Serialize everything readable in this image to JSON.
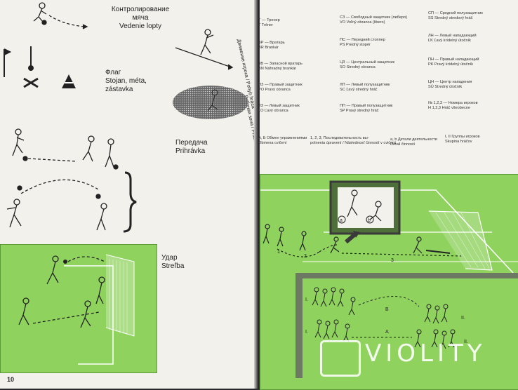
{
  "left_page": {
    "page_number": "10",
    "dribble": {
      "ru": "Контролирование мяча",
      "cz1": "Vedenie lopty"
    },
    "flag": {
      "ru": "Флаг",
      "cz": "Stojan, méta, zástavka"
    },
    "pass": {
      "ru": "Передача",
      "cz": "Prihrávka"
    },
    "shot": {
      "ru": "Удар",
      "cz": "Streľba"
    },
    "rotated_1": "Движение игрока / Pohyb hráča",
    "rotated_2": "Рабочая зона / Pracovný priestor"
  },
  "right_page": {
    "legend": [
      [
        "Т — Тренер",
        "T  Tréner"
      ],
      [
        "ВР — Вратарь",
        "BR  Brankár"
      ],
      [
        "ЗВ — Запасной вратарь",
        "BN  Náhradný brankár"
      ],
      [
        "ПЗ — Правый защитник",
        "PO  Pravý obranca"
      ],
      [
        "ЛЗ — Левый защитник",
        "LO  Ľavý obranca"
      ],
      [
        "СЗ — Свободный защитник (либеро)",
        "VO  Voľný obranca (libero)"
      ],
      [
        "ПС — Передний стоппер",
        "PS  Predný stopér"
      ],
      [
        "ЦЗ — Центральный защитник",
        "SO  Stredný obranca"
      ],
      [
        "ЛП — Левый полузащитник",
        "SC  Ľavý stredný hráč"
      ],
      [
        "ПП — Правый полузащитник",
        "SP  Pravý stredný hráč"
      ],
      [
        "СП — Средний полузащитник",
        "SS  Stredný stredový hráč"
      ],
      [
        "ЛН — Левый нападающий",
        "ĽK  Ľavý krídelný útočník"
      ],
      [
        "ПН — Правый нападающий",
        "PK  Pravý krídelný útočník"
      ],
      [
        "ЦН — Центр нападения",
        "SÚ  Stredný útočník"
      ],
      [
        "№ 1,2,3 — Номера игроков",
        "H 1,2,3  Hráč všeobecne"
      ]
    ],
    "notes": [
      [
        "А, Б   Обмен упражнениями",
        "Obmena cvičení"
      ],
      [
        "1, 2, 3,  Последовательность вы-",
        "polnenia úpravení / Následnosť činností v cvičení"
      ],
      [
        "а, b  Детали деятельности",
        "Detail činnosti"
      ],
      [
        "I, II  Группы игроков",
        "Skupina hráčov"
      ]
    ],
    "diagram_labels": [
      "1",
      "2",
      "3",
      "a",
      "b",
      "I.",
      "II.",
      "I.",
      "II.",
      "A",
      "B"
    ],
    "watermark": "VIOLITY"
  },
  "colors": {
    "field": "#8fd35e",
    "field_dark": "#5e9a3a",
    "paper": "#f3f1ec"
  }
}
